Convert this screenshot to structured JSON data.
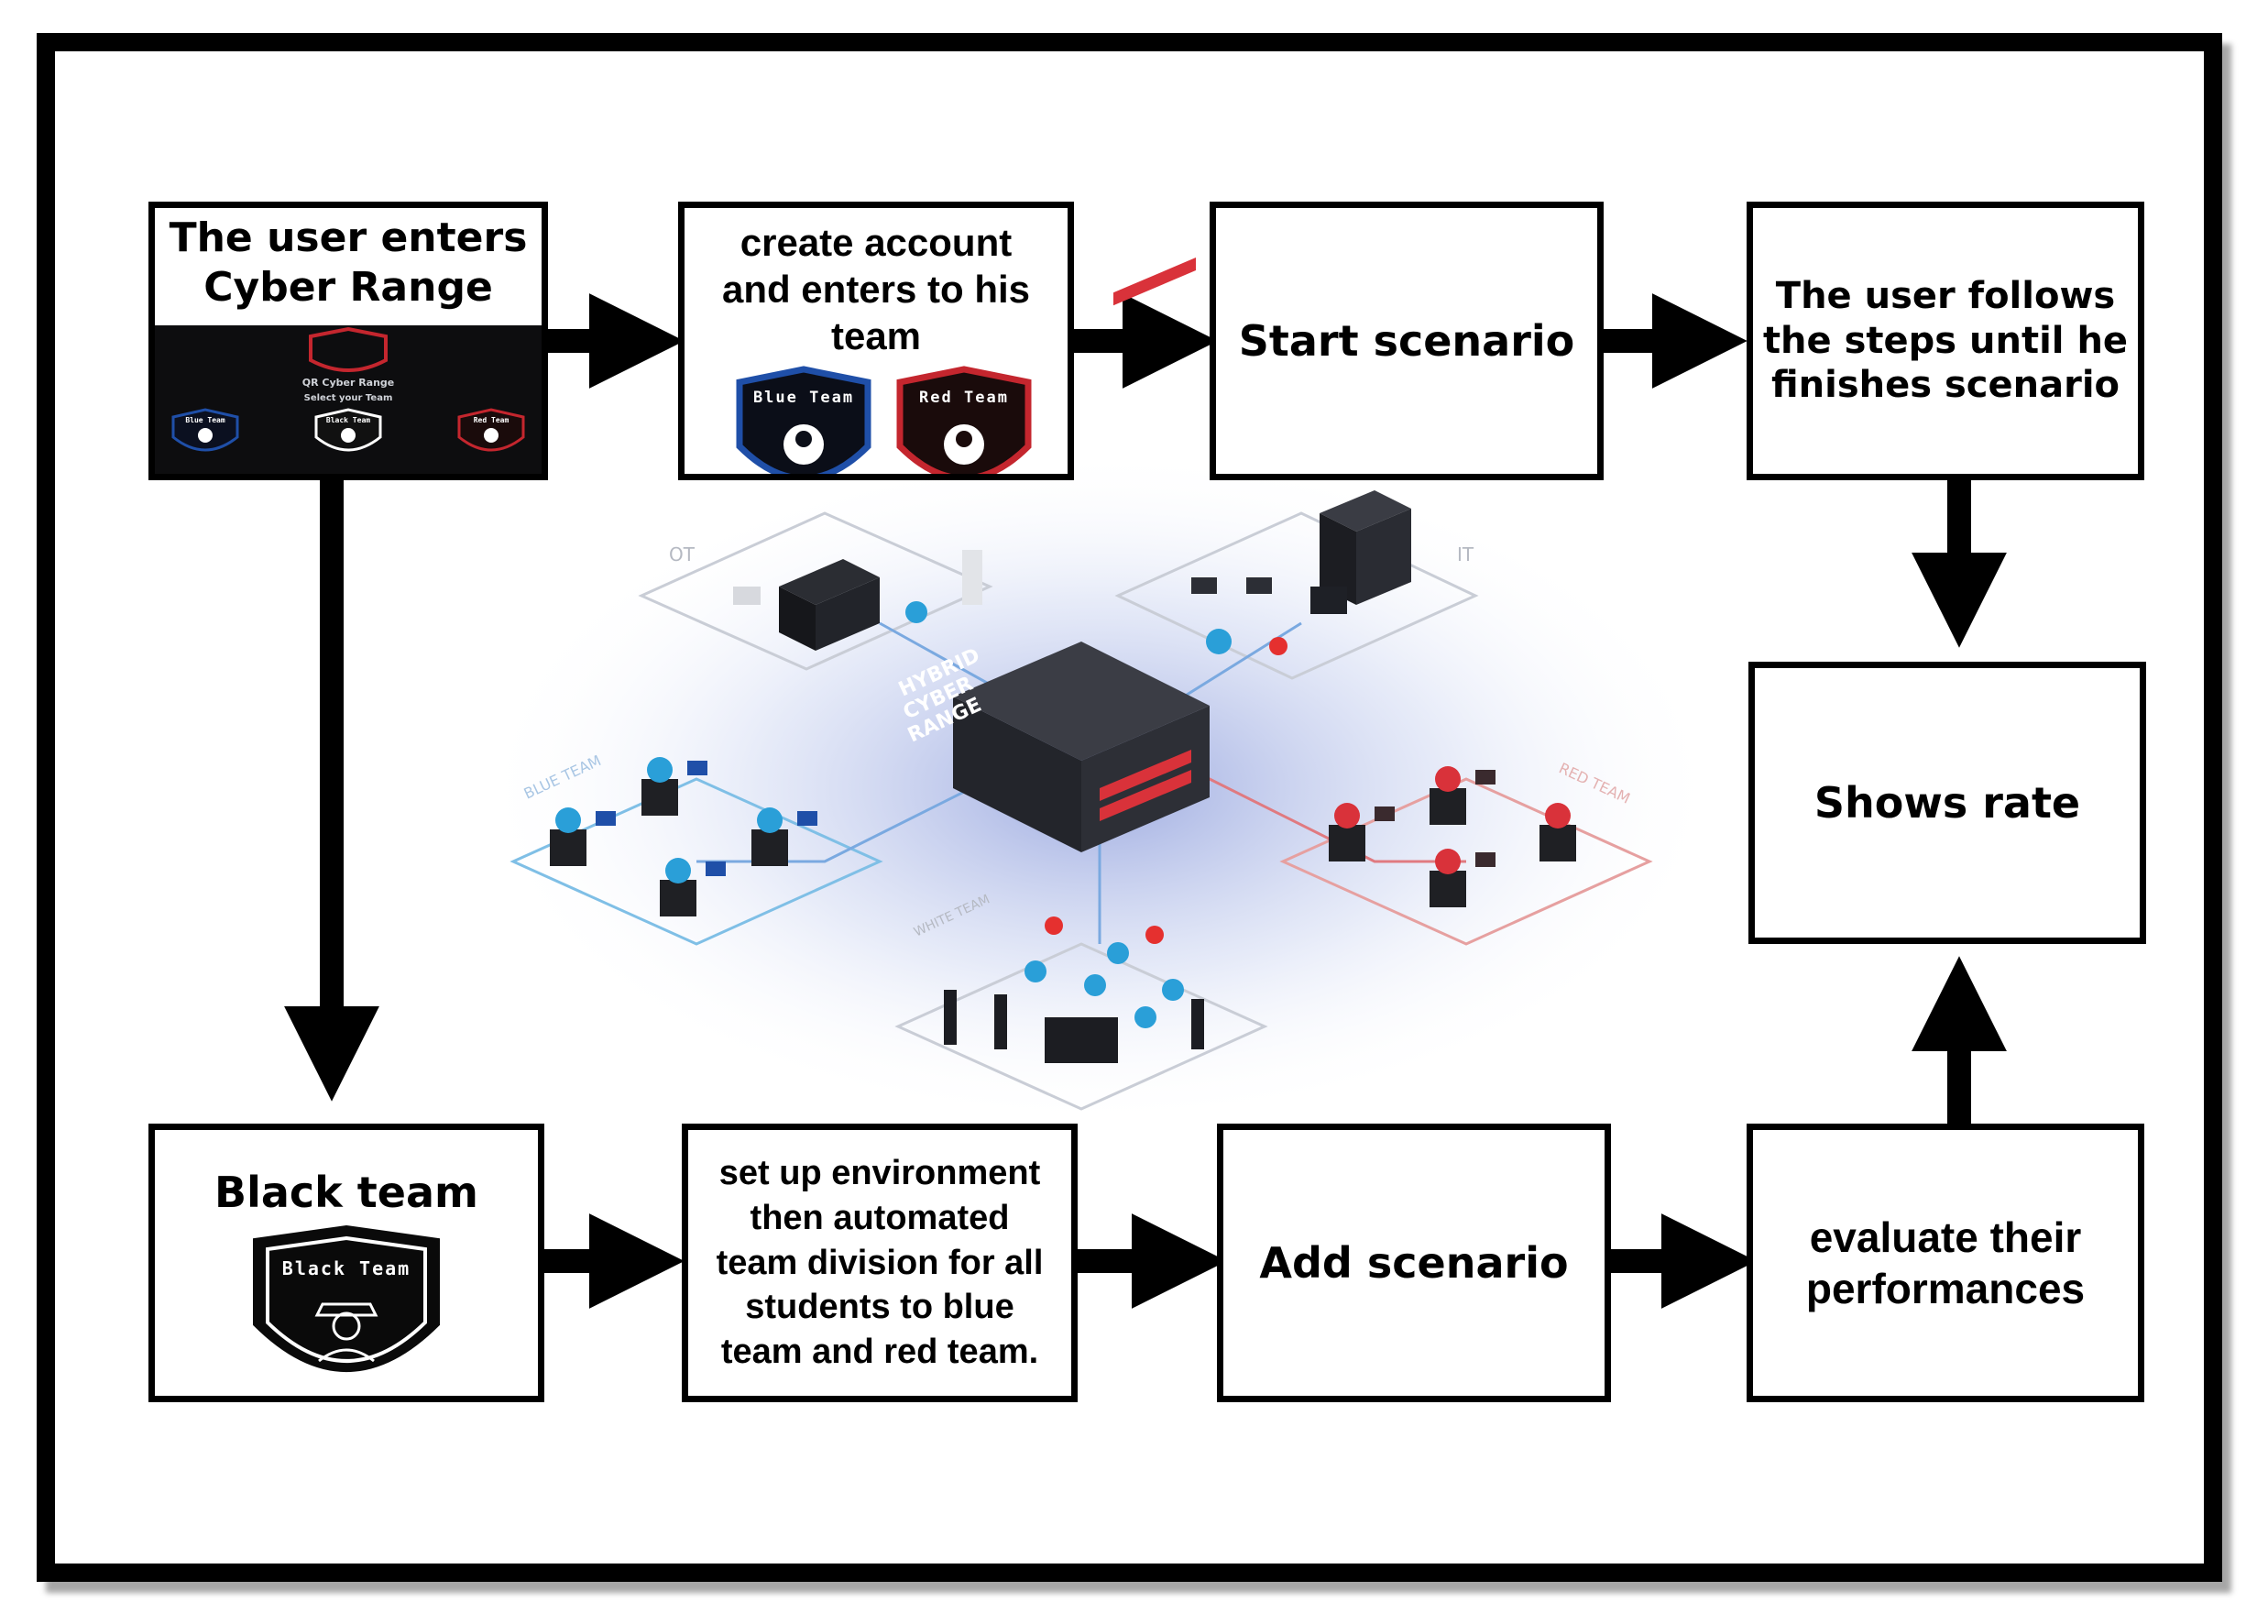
{
  "nodes": {
    "enter": {
      "line1": "The user enters",
      "line2": "Cyber Range",
      "screenshot_title": "QR Cyber Range",
      "screenshot_subtitle": "Select your Team",
      "team_labels": [
        "Blue Team",
        "Black Team",
        "Red Team"
      ]
    },
    "account": {
      "line1": "create account",
      "line2": "and enters to his team",
      "shield_blue": "Blue Team",
      "shield_red": "Red Team"
    },
    "start": {
      "label": "Start scenario"
    },
    "follow": {
      "lines": [
        "The user follows",
        "the steps until he",
        "finishes scenario"
      ]
    },
    "rate": {
      "label": "Shows rate"
    },
    "black": {
      "label": "Black team",
      "shield": "Black Team"
    },
    "setup": {
      "lines": [
        "set up environment",
        "then automated",
        "team division for all",
        "students to blue",
        "team and red team."
      ]
    },
    "add": {
      "label": "Add scenario"
    },
    "evaluate": {
      "lines": [
        "evaluate their",
        "performances"
      ]
    }
  },
  "illustration": {
    "center_label": [
      "HYBRID",
      "CYBER",
      "RANGE"
    ],
    "zones": {
      "ot": "OT",
      "it": "IT",
      "blue": "BLUE TEAM",
      "red": "RED TEAM",
      "white": "WHITE TEAM"
    }
  },
  "colors": {
    "blue": "#1f4fa8",
    "red": "#c4262e",
    "accent_cyan": "#2a9fd8"
  }
}
